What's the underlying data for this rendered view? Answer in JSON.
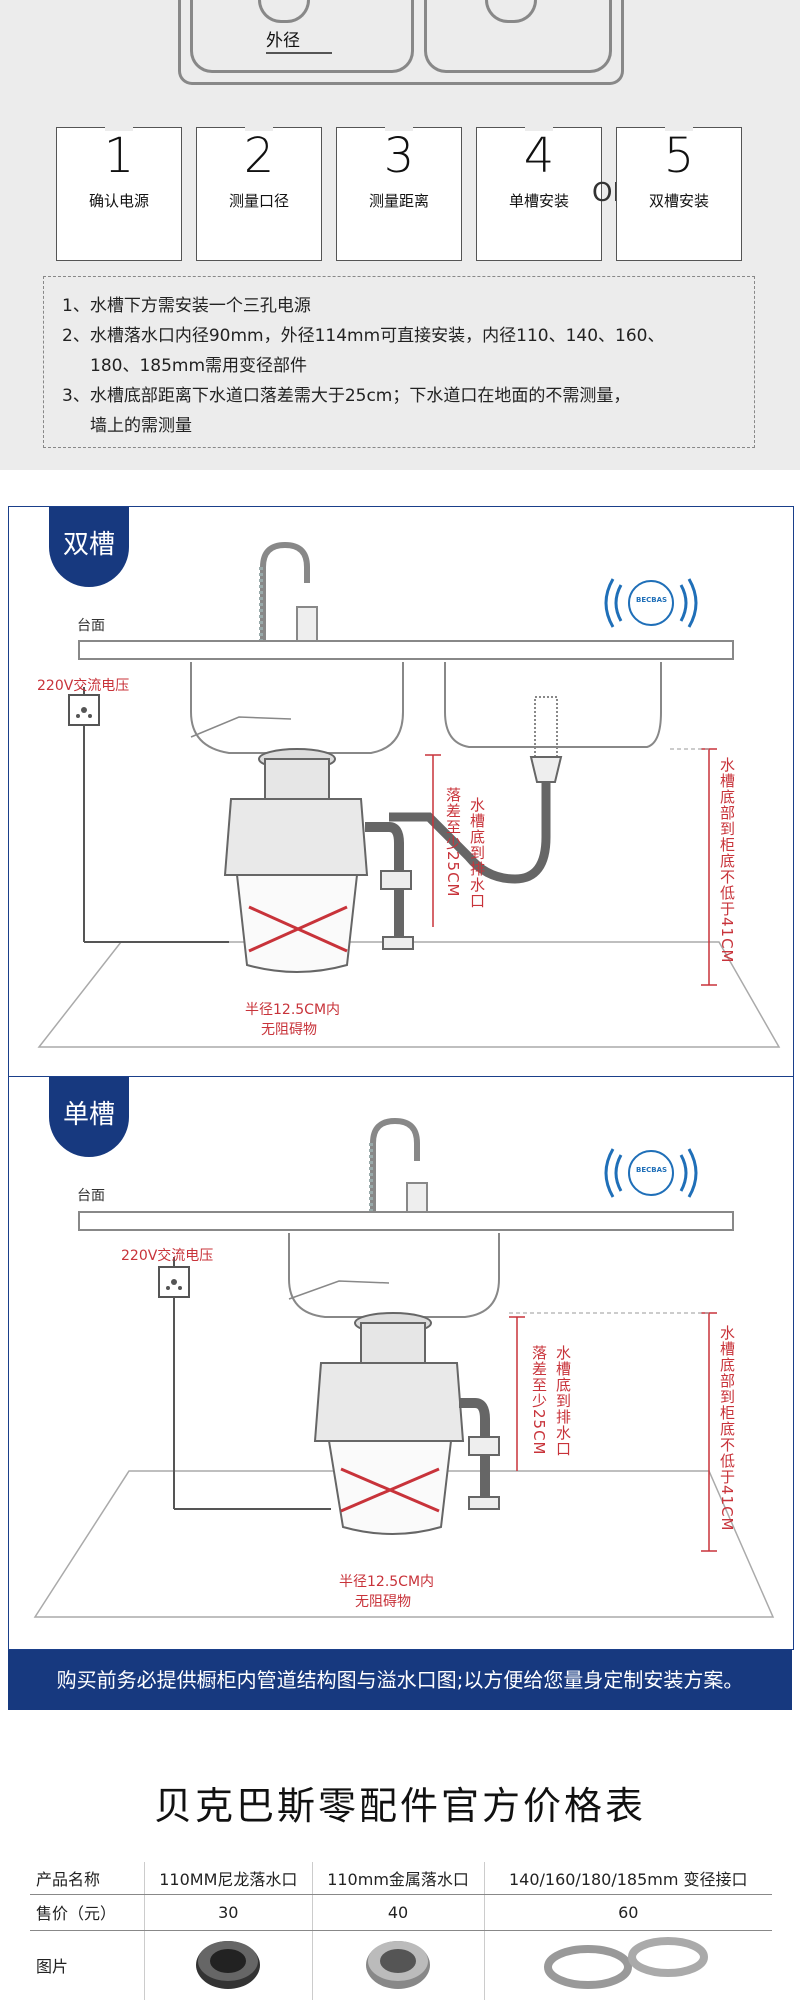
{
  "top": {
    "sink_label": "外径",
    "steps": [
      {
        "num": "1",
        "label": "确认电源"
      },
      {
        "num": "2",
        "label": "测量口径"
      },
      {
        "num": "3",
        "label": "测量距离"
      },
      {
        "num": "4",
        "label": "单槽安装"
      },
      {
        "num": "5",
        "label": "双槽安装"
      }
    ],
    "or_label": "OR",
    "notes": [
      "1、水槽下方需安装一个三孔电源",
      "2、水槽落水口内径90mm，外径114mm可直接安装，内径110、140、160、",
      "180、185mm需用变径部件",
      "3、水槽底部距离下水道口落差需大于25cm；下水道口在地面的不需测量，",
      "墙上的需测量"
    ]
  },
  "double": {
    "tab": "双槽",
    "countertop": "台面",
    "power": "220V交流电压",
    "drop_a": "落差至少25CM",
    "drop_b": "水槽底到排水口",
    "height": "水槽底部到柜底不低于41CM",
    "radius_1": "半径12.5CM内",
    "radius_2": "无阻碍物",
    "brand": "BECBAS"
  },
  "single": {
    "tab": "单槽",
    "countertop": "台面",
    "power": "220V交流电压",
    "drop_a": "落差至少25CM",
    "drop_b": "水槽底到排水口",
    "height": "水槽底部到柜底不低于41CM",
    "radius_1": "半径12.5CM内",
    "radius_2": "无阻碍物",
    "brand": "BECBAS"
  },
  "banner": "购买前务必提供橱柜内管道结构图与溢水口图;以方便给您量身定制安装方案。",
  "price": {
    "title": "贝克巴斯零配件官方价格表",
    "headers": [
      "产品名称",
      "110MM尼龙落水口",
      "110mm金属落水口",
      "140/160/180/185mm 变径接口"
    ],
    "price_row": [
      "售价（元）",
      "30",
      "40",
      "60"
    ],
    "image_row_label": "图片"
  },
  "colors": {
    "navy": "#17397f",
    "red": "#c8333a",
    "grey_bg": "#ececec"
  }
}
